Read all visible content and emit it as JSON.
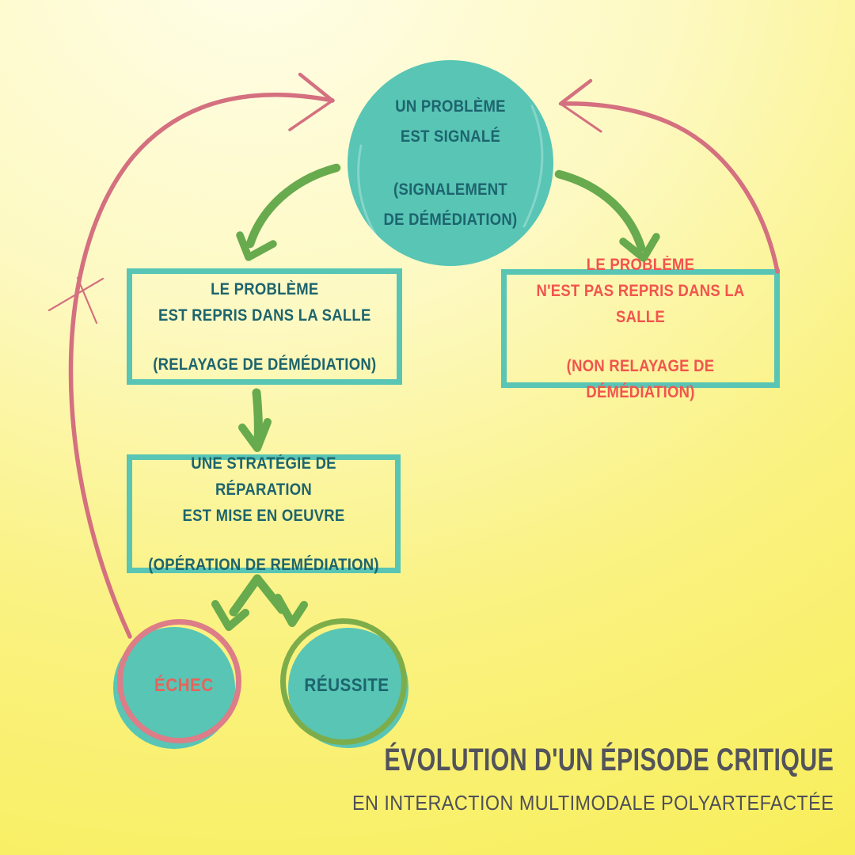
{
  "colors": {
    "teal": "#58c5b5",
    "dark_teal_text": "#1d646d",
    "red_text": "#f2544e",
    "green_arrow": "#68aa4e",
    "pink_arrow": "#d4707f",
    "pink_ring": "#dc7d87",
    "green_ring": "#7dad4b",
    "title_gray": "#53535b"
  },
  "nodes": {
    "signal": {
      "l1": "UN PROBLÈME",
      "l2": "EST SIGNALÉ",
      "l3": "(SIGNALEMENT",
      "l4": "DE DÉMÉDIATION)"
    },
    "relayed": {
      "l1": "LE PROBLÈME",
      "l2": "EST REPRIS DANS LA SALLE",
      "l3": "(RELAYAGE DE DÉMÉDIATION)"
    },
    "not_relayed": {
      "l1": "LE PROBLÈME",
      "l2": "N'EST PAS REPRIS DANS LA SALLE",
      "l3": "(NON RELAYAGE DE DÉMÉDIATION)"
    },
    "repair": {
      "l1": "UNE STRATÉGIE DE RÉPARATION",
      "l2": "EST MISE EN OEUVRE",
      "l3": "(OPÉRATION DE REMÉDIATION)"
    },
    "failure": {
      "label": "ÉCHEC"
    },
    "success": {
      "label": "RÉUSSITE"
    }
  },
  "caption": {
    "title": "ÉVOLUTION D'UN ÉPISODE CRITIQUE",
    "subtitle": "EN INTERACTION MULTIMODALE POLYARTEFACTÉE"
  }
}
